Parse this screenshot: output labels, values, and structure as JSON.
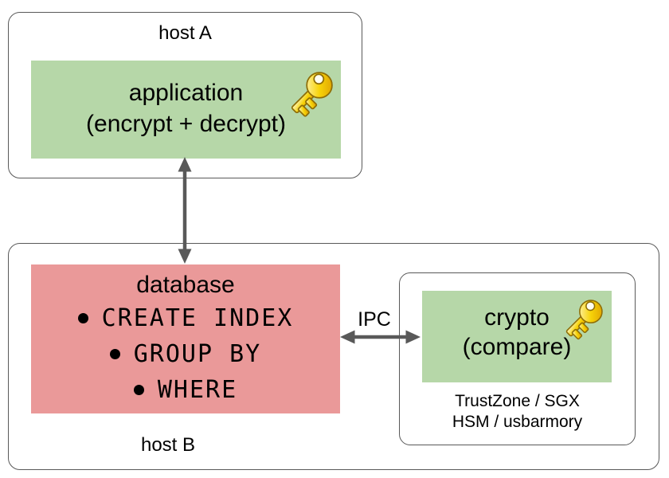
{
  "colors": {
    "box_green": "#b6d7a8",
    "box_red": "#ea9999",
    "outline_gray": "#595959",
    "arrow_gray": "#595959",
    "key_gold": "#f7d308",
    "text": "#000000"
  },
  "host_a": {
    "label": "host A",
    "application": {
      "title": "application",
      "subtitle": "(encrypt + decrypt)",
      "icon": "key-icon"
    }
  },
  "connections": {
    "app_db_arrow": "double-headed vertical arrow",
    "ipc_label": "IPC"
  },
  "host_b": {
    "label": "host B",
    "database": {
      "title": "database",
      "bullets": [
        "CREATE INDEX",
        "GROUP BY",
        "WHERE"
      ]
    },
    "crypto_enclave": {
      "crypto": {
        "title": "crypto",
        "subtitle": "(compare)",
        "icon": "key-icon"
      },
      "tech_line1": "TrustZone / SGX",
      "tech_line2": "HSM / usbarmory"
    }
  }
}
